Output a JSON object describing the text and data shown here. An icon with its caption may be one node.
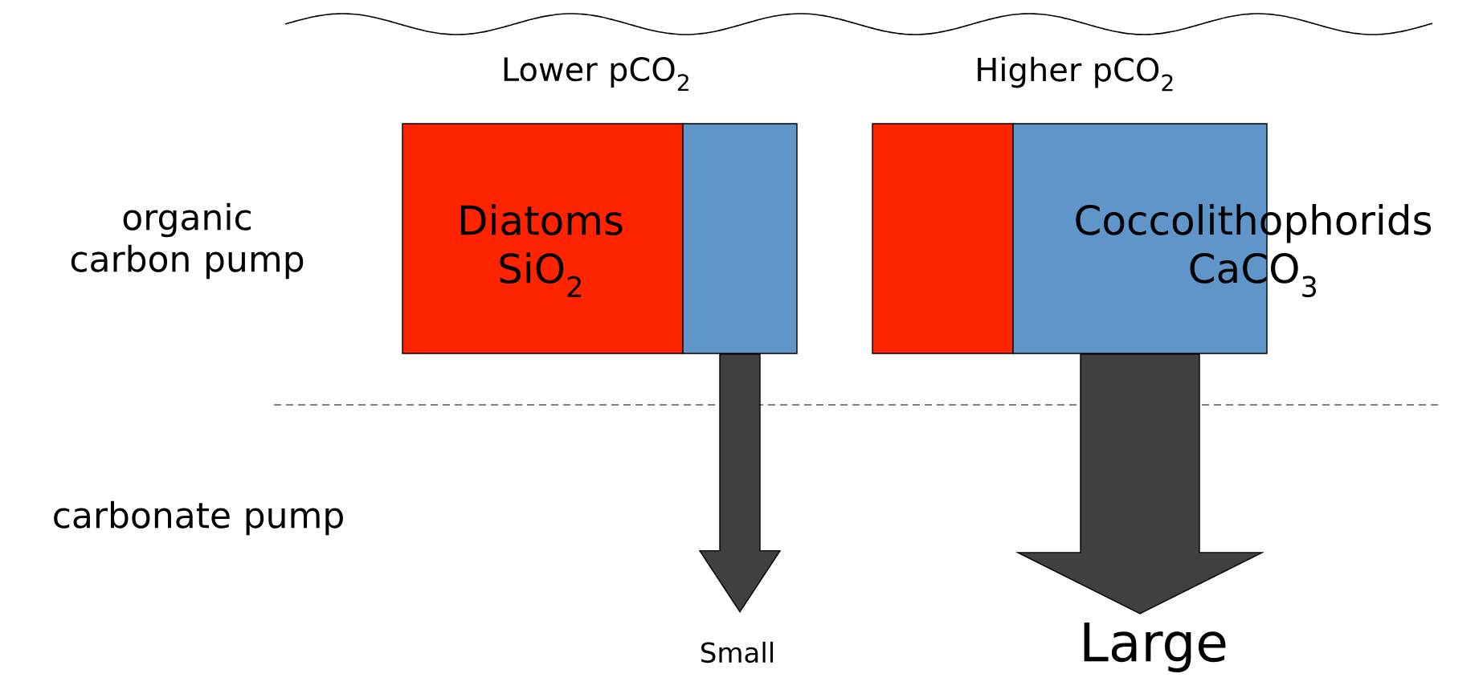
{
  "diagram": {
    "nodes": [
      {
        "text": [
          "Diatoms SiO$_{2}$"
        ]
      },
      {
        "text": [],
        "shape": "box"
      },
      {
        "text": [],
        "shape": "box"
      },
      {
        "text": [
          "Coccolithophorids CaCO$_{3}$"
        ]
      },
      {
        "text": [
          "Small"
        ]
      },
      {
        "text": [
          "Large"
        ]
      }
    ],
    "edges": [
      {
        "from": 1,
        "to": 4,
        "arrow": "to"
      },
      {
        "from": 3,
        "to": 5,
        "arrow": "to",
        "style": "thick"
      }
    ],
    "labels": [
      "Lower pCO$_{2}$",
      "Higher pCO$_{2}$",
      "organic carbon pump",
      "carbonate pump"
    ]
  }
}
